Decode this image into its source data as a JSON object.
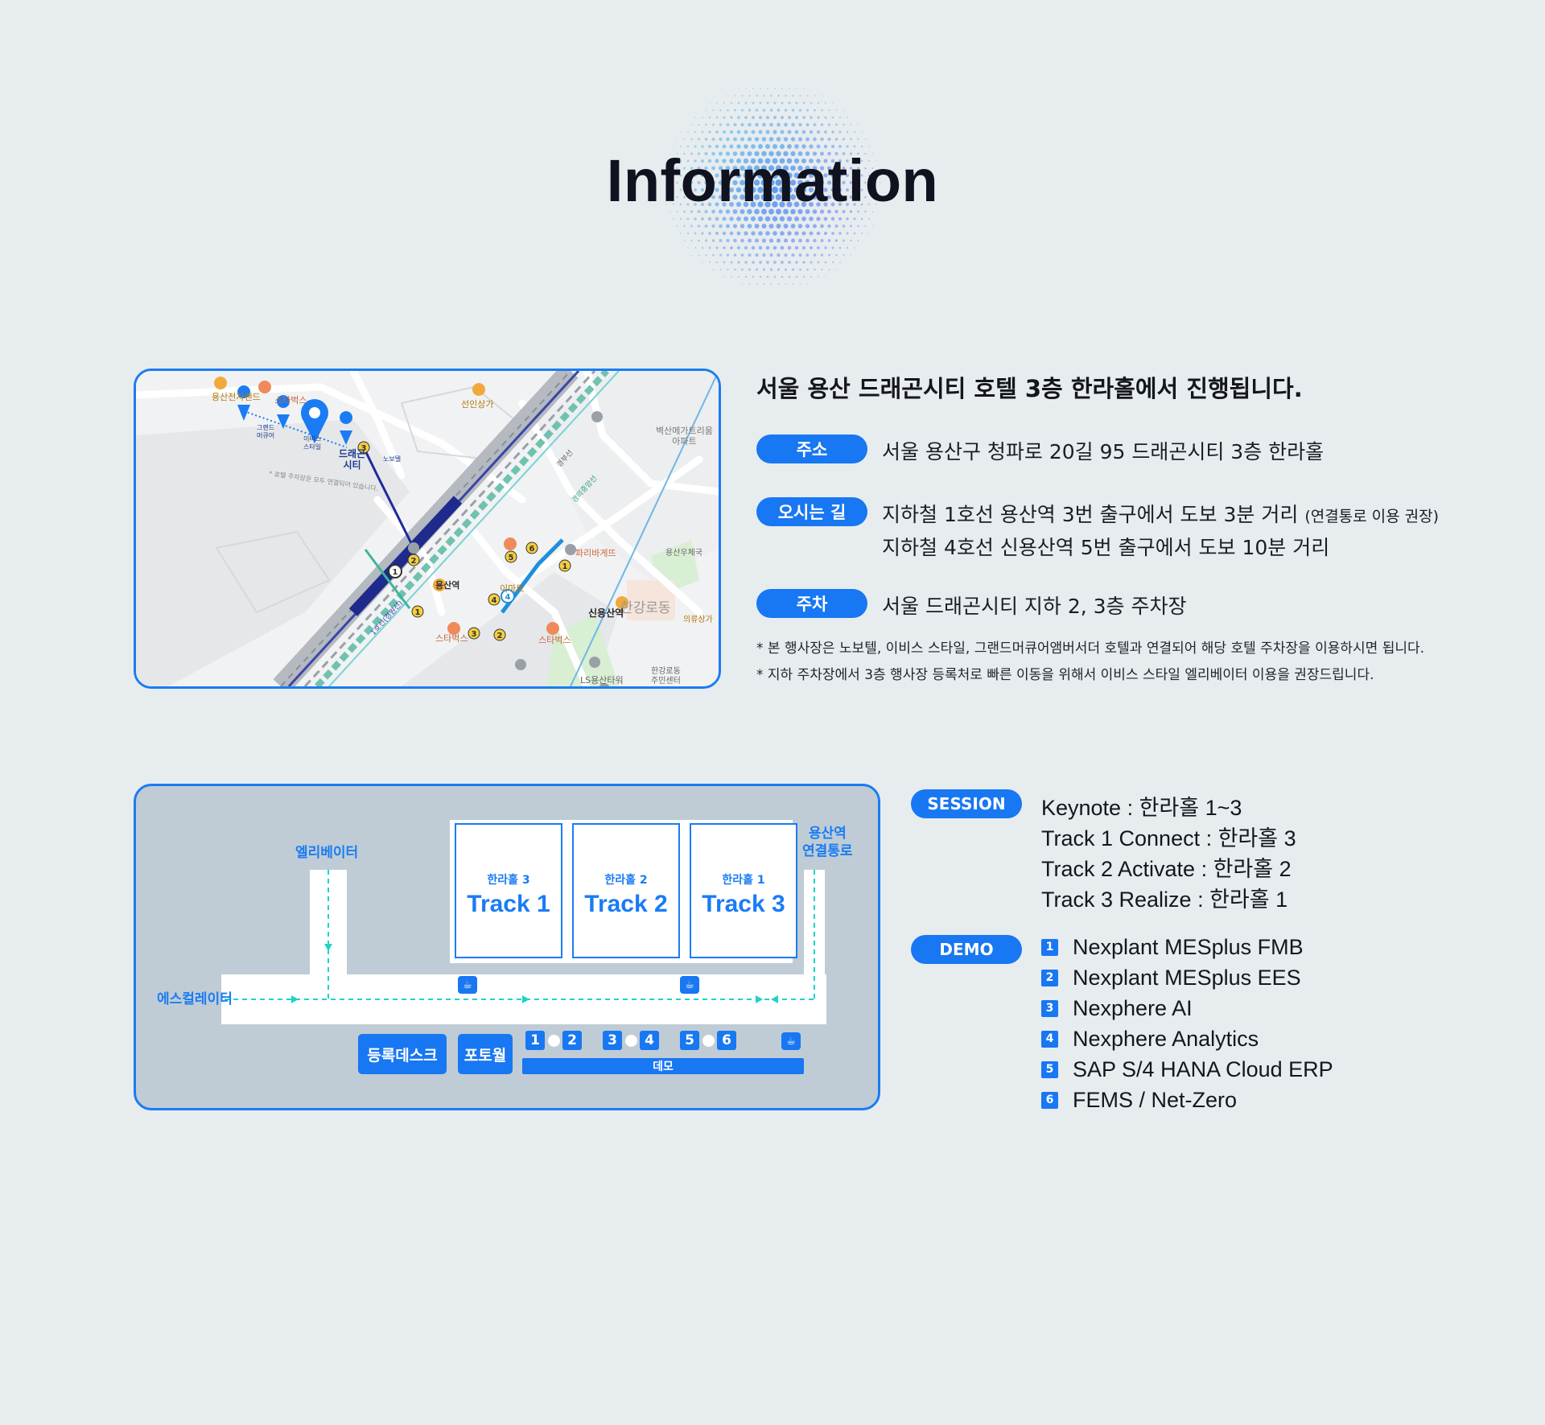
{
  "header": {
    "title": "Information"
  },
  "map": {
    "labels": {
      "yongsan_electronics": "용산전자랜드",
      "starbucks_top": "스타벅스",
      "sunin": "선인상가",
      "grand_mercure": "그랜드\n머큐어",
      "ibis": "이비스\n스타일",
      "dragon_city": "드래곤\n시티",
      "novotel": "노보텔",
      "parking_note": "* 호텔 주차장은 모두 연결되어 있습니다.",
      "baeksan": "벽산메가트리움\n아파트",
      "yongsan_station": "용산역",
      "emart": "이마트",
      "paris": "파리바게뜨",
      "post": "용산우체국",
      "sinyongsan": "신용산역",
      "hangangro": "한강로동",
      "starbucks_bottom": "스타벅스",
      "starbucks_mid": "스타벅스",
      "ls_tower": "LS용산타워",
      "hangangro_center": "한강로동\n주민센터",
      "clothing": "의류상가",
      "gyeongbu": "경부선",
      "line1": "1호선(경원선)",
      "jungang": "경의중앙선"
    },
    "badge_icons": [
      "subway-exit-icon",
      "store-icon",
      "coffee-icon",
      "location-pin-icon"
    ]
  },
  "info": {
    "headline": "서울 용산 드래곤시티 호텔 3층 한라홀에서 진행됩니다.",
    "address": {
      "label": "주소",
      "text": "서울 용산구 청파로 20길 95 드래곤시티 3층 한라홀"
    },
    "directions": {
      "label": "오시는 길",
      "line1": "지하철 1호선 용산역 3번 출구에서 도보 3분 거리",
      "line1_note": "(연결통로 이용 권장)",
      "line2": "지하철 4호선 신용산역 5번 출구에서 도보 10분 거리"
    },
    "parking": {
      "label": "주차",
      "text": "서울 드래곤시티 지하 2, 3층 주차장"
    },
    "notes": [
      "* 본 행사장은 노보텔, 이비스 스타일, 그랜드머큐어앰버서더 호텔과 연결되어 해당 호텔 주차장을 이용하시면 됩니다.",
      "* 지하 주차장에서 3층 행사장 등록처로 빠른 이동을 위해서 이비스 스타일 엘리베이터 이용을 권장드립니다."
    ]
  },
  "floor": {
    "elevator": "엘리베이터",
    "escalator": "에스컬레이터",
    "connection": "용산역\n연결통로",
    "halls": [
      {
        "hall": "한라홀 3",
        "track": "Track 1"
      },
      {
        "hall": "한라홀 2",
        "track": "Track 2"
      },
      {
        "hall": "한라홀 1",
        "track": "Track 3"
      }
    ],
    "registration": "등록데스크",
    "photowall": "포토월",
    "demo_bar": "데모",
    "booth_numbers": [
      "1",
      "2",
      "3",
      "4",
      "5",
      "6"
    ]
  },
  "session": {
    "label": "SESSION",
    "lines": [
      "Keynote  :  한라홀 1~3",
      "Track 1  Connect  :  한라홀 3",
      "Track 2  Activate  :  한라홀 2",
      "Track 3  Realize  :  한라홀 1"
    ]
  },
  "demo": {
    "label": "DEMO",
    "items": [
      {
        "num": "1",
        "name": "Nexplant MESplus FMB"
      },
      {
        "num": "2",
        "name": "Nexplant MESplus EES"
      },
      {
        "num": "3",
        "name": "Nexphere AI"
      },
      {
        "num": "4",
        "name": "Nexphere Analytics"
      },
      {
        "num": "5",
        "name": "SAP S/4 HANA Cloud ERP"
      },
      {
        "num": "6",
        "name": "FEMS / Net-Zero"
      }
    ]
  },
  "colors": {
    "accent": "#1877f2",
    "dark_text": "#10131f",
    "cyan_path": "#1ed3c8",
    "floor_bg": "#bfccd5",
    "page_bg": "#e7ecef"
  }
}
